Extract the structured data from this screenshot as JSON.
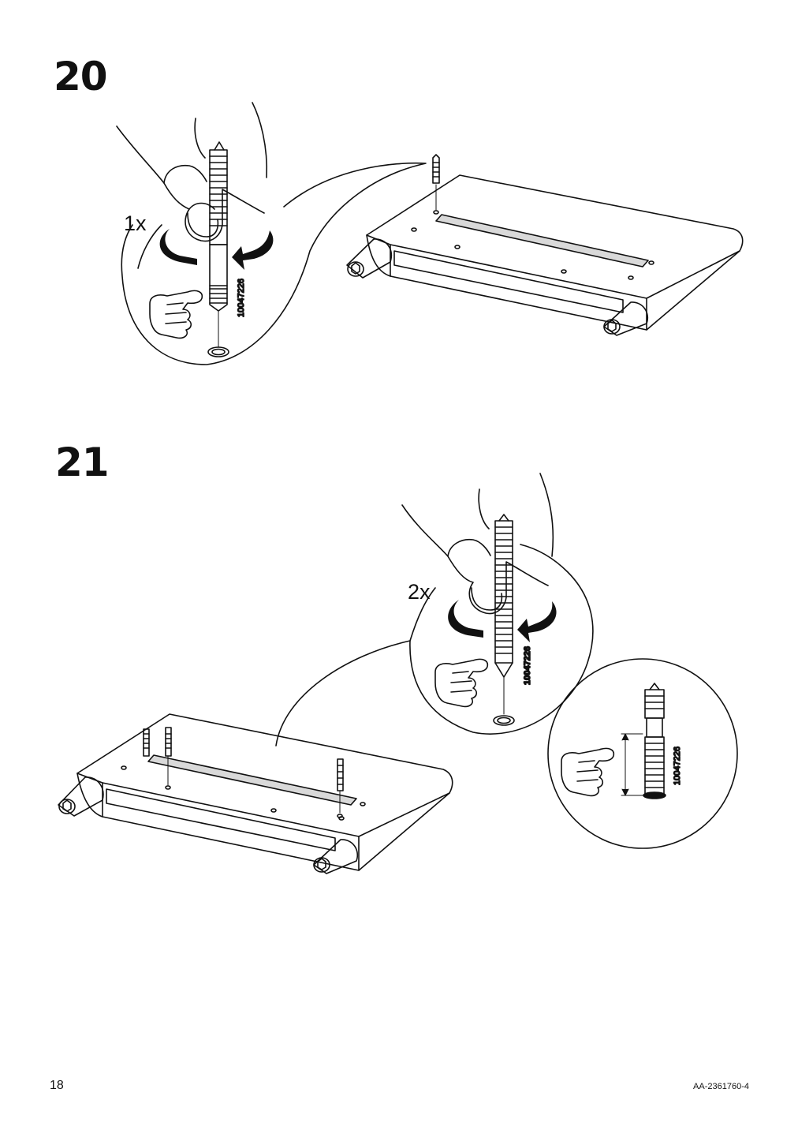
{
  "steps": [
    {
      "number": "20",
      "quantity": "1x",
      "part_number": "10047226"
    },
    {
      "number": "21",
      "quantity": "2x",
      "part_number": "10047226",
      "detail_part_number": "10047226"
    }
  ],
  "footer": {
    "page": "18",
    "document_code": "AA-2361760-4"
  },
  "icons": [
    "hand-screwing-icon",
    "pointing-hand-icon",
    "rotate-arrows-icon",
    "dowel-screw-icon"
  ],
  "colors": {
    "ink": "#111111",
    "background": "#ffffff",
    "slot": "#d9d9d9"
  }
}
